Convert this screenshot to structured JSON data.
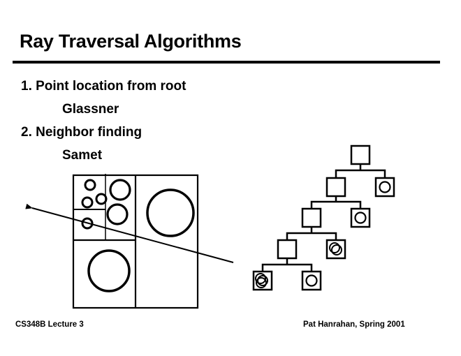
{
  "slide": {
    "title": "Ray Traversal Algorithms",
    "items": [
      {
        "label": "1. Point location from root",
        "sub": "Glassner"
      },
      {
        "label": "2. Neighbor finding",
        "sub": "Samet"
      }
    ],
    "footer_left": "CS348B Lecture 3",
    "footer_right": "Pat Hanrahan, Spring 2001"
  },
  "figure": {
    "spatial_subdivision": {
      "description": "quadtree subdivision with circles and a traversing ray"
    },
    "tree": {
      "description": "quadtree hierarchy; leaves contain objects"
    }
  }
}
